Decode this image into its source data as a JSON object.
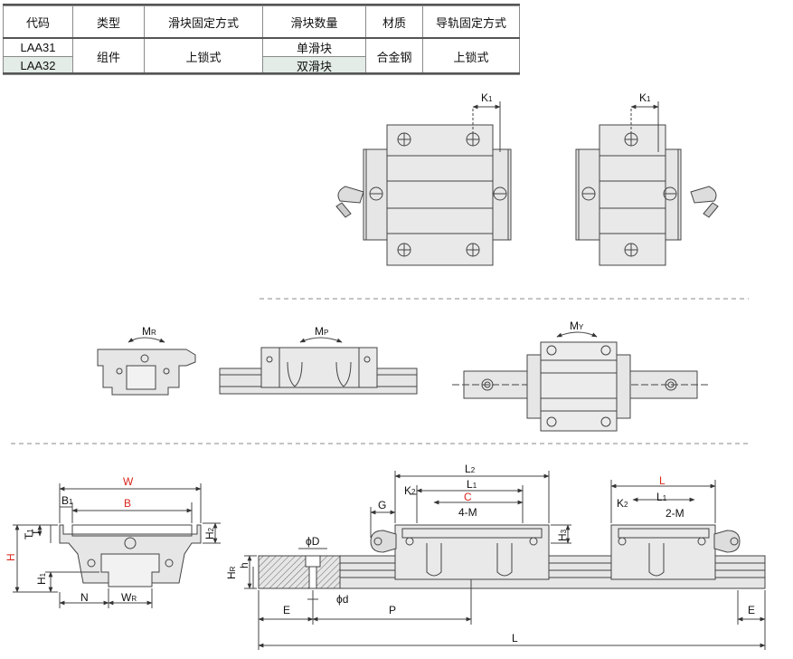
{
  "table": {
    "headers": [
      "代码",
      "类型",
      "滑块固定方式",
      "滑块数量",
      "材质",
      "导轨固定方式"
    ],
    "rows": [
      {
        "code": "LAA31",
        "count": "单滑块"
      },
      {
        "code": "LAA32",
        "count": "双滑块"
      }
    ],
    "type": "组件",
    "block_mounting": "上锁式",
    "material": "合金钢",
    "rail_mounting": "上锁式"
  },
  "labels": {
    "k1_a": "K",
    "k1_b": "K",
    "k1_sub": "1",
    "mr": "M",
    "mr_sub": "R",
    "mp": "M",
    "mp_sub": "P",
    "my": "M",
    "my_sub": "Y",
    "W": "W",
    "B": "B",
    "B1": "B",
    "B1_sub": "1",
    "T": "T",
    "T1": "T",
    "T1_sub": "1",
    "H": "H",
    "H1": "H",
    "H1_sub": "1",
    "H2": "H",
    "H2_sub": "2",
    "N": "N",
    "WR": "W",
    "WR_sub": "R",
    "L2": "L",
    "L2_sub": "2",
    "L1_a": "L",
    "L1_b": "L",
    "L1_sub": "1",
    "C": "C",
    "G": "G",
    "K2_a": "K",
    "K2_b": "K",
    "K2_sub": "2",
    "M4": "4-M",
    "M2": "2-M",
    "H3": "H",
    "H3_sub": "3",
    "L_red": "L",
    "phiD": "ϕD",
    "phid": "ϕd",
    "h": "h",
    "HR": "H",
    "HR_sub": "R",
    "E_left": "E",
    "E_right": "E",
    "P": "P",
    "L_total": "L"
  },
  "colors": {
    "red_label": "#d9261c",
    "line": "#444444",
    "part_fill": "#e6e6e6",
    "dash": "#8a8a8a"
  }
}
